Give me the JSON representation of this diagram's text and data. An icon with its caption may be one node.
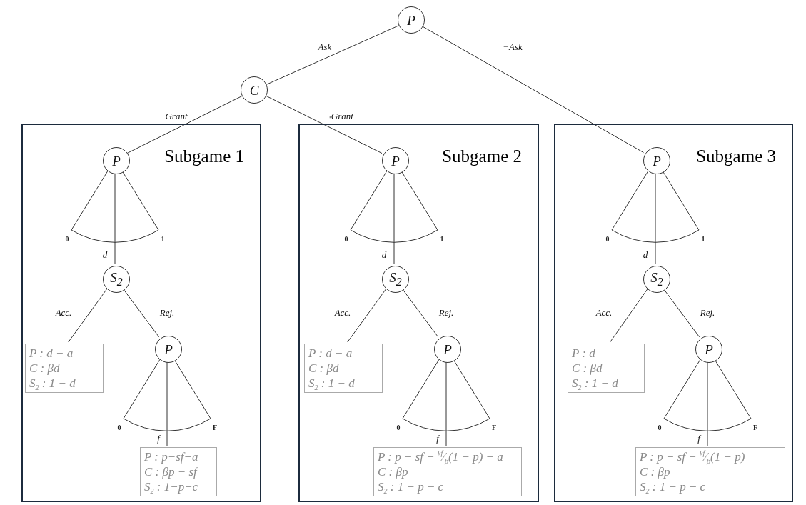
{
  "diagram": {
    "nodes": [
      {
        "text": [
          "P"
        ]
      },
      {
        "text": [
          "C"
        ]
      },
      {
        "text": [
          "Subgame 1"
        ]
      },
      {
        "text": [
          "P"
        ],
        "in": 2
      },
      {
        "text": [
          "S$_{2}$"
        ],
        "in": 2
      },
      {
        "text": [
          "P : d − a",
          "C : βd",
          "S$_{2}$ : 1 − d"
        ],
        "in": 2
      },
      {
        "text": [
          "P"
        ],
        "in": 2
      },
      {
        "text": [
          "P : p−sf−a",
          "C : βp − sf",
          "S$_{2}$ : 1−p−c"
        ],
        "in": 2
      },
      {
        "text": [
          "Subgame 2"
        ]
      },
      {
        "text": [
          "P"
        ],
        "in": 8
      },
      {
        "text": [
          "S$_{2}$"
        ],
        "in": 8
      },
      {
        "text": [
          "P : d − a",
          "C : βd",
          "S$_{2}$ : 1 − d"
        ],
        "in": 8
      },
      {
        "text": [
          "P"
        ],
        "in": 8
      },
      {
        "text": [
          "P : p − sf − $^{kf}$⁄$_{β}$(1 − p) − a",
          "C : βp",
          "S$_{2}$ : 1 − p − c"
        ],
        "in": 8
      },
      {
        "text": [
          "Subgame 3"
        ]
      },
      {
        "text": [
          "P"
        ],
        "in": 14
      },
      {
        "text": [
          "S$_{2}$"
        ],
        "in": 14
      },
      {
        "text": [
          "P : d",
          "C : βd",
          "S$_{2}$ : 1 − d"
        ],
        "in": 14
      },
      {
        "text": [
          "P"
        ],
        "in": 14
      },
      {
        "text": [
          "P : p − sf − $^{kf}$⁄$_{β}$(1 − p)",
          "C : βp",
          "S$_{2}$ : 1 − p − c"
        ],
        "in": 14
      }
    ],
    "edges": [
      {
        "from": 0,
        "to": 1,
        "arrow": "none",
        "label": "Ask"
      },
      {
        "from": 0,
        "to": 15,
        "arrow": "none",
        "label": "¬Ask"
      },
      {
        "from": 1,
        "to": 3,
        "arrow": "none",
        "label": "Grant"
      },
      {
        "from": 1,
        "to": 9,
        "arrow": "none",
        "label": "¬Grant"
      },
      {
        "from": 3,
        "to": 4,
        "arrow": "none",
        "label": "d"
      },
      {
        "from": 4,
        "to": 5,
        "arrow": "none",
        "label": "Acc."
      },
      {
        "from": 4,
        "to": 6,
        "arrow": "none",
        "label": "Rej."
      },
      {
        "from": 6,
        "to": 7,
        "arrow": "none",
        "label": "f"
      },
      {
        "from": 9,
        "to": 10,
        "arrow": "none",
        "label": "d"
      },
      {
        "from": 10,
        "to": 11,
        "arrow": "none",
        "label": "Acc."
      },
      {
        "from": 10,
        "to": 12,
        "arrow": "none",
        "label": "Rej."
      },
      {
        "from": 12,
        "to": 13,
        "arrow": "none",
        "label": "f"
      },
      {
        "from": 15,
        "to": 16,
        "arrow": "none",
        "label": "d"
      },
      {
        "from": 16,
        "to": 17,
        "arrow": "none",
        "label": "Acc."
      },
      {
        "from": 16,
        "to": 18,
        "arrow": "none",
        "label": "Rej."
      },
      {
        "from": 18,
        "to": 19,
        "arrow": "none",
        "label": "f"
      }
    ],
    "labels": [
      "0",
      "1",
      "0",
      "F",
      "0",
      "1",
      "0",
      "F",
      "0",
      "1",
      "0",
      "F"
    ]
  }
}
